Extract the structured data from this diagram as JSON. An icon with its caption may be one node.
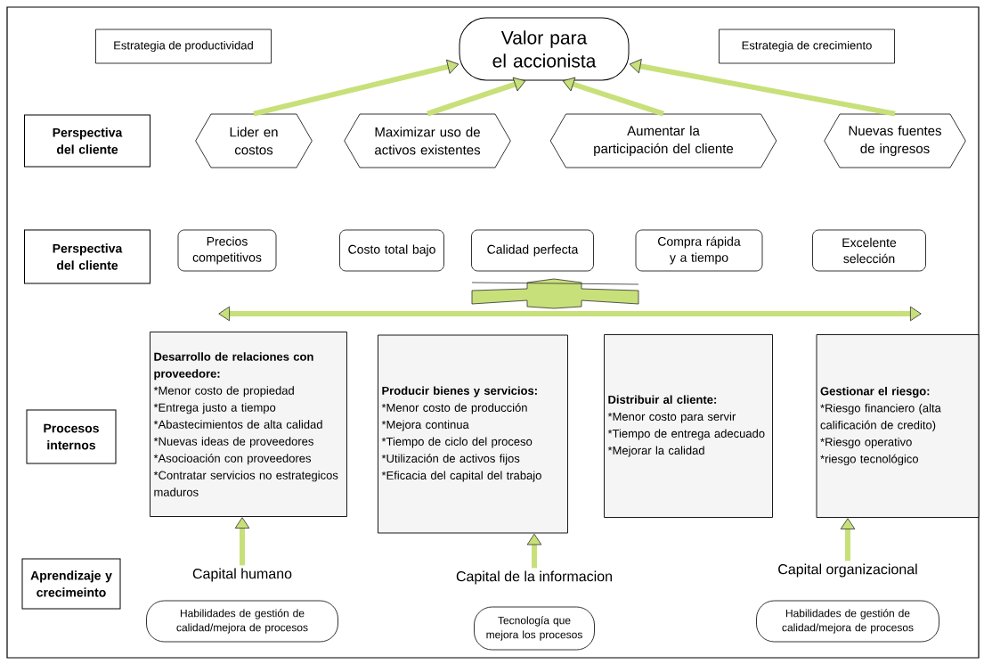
{
  "diagram": {
    "nodes": [
      {
        "text": [
          "Valor para el accionista"
        ]
      },
      {
        "text": [
          "Estrategia de productividad"
        ]
      },
      {
        "text": [
          "Estrategia de crecimiento"
        ]
      },
      {
        "text": [
          "Perspectiva del cliente"
        ]
      },
      {
        "text": [
          "Lider en costos"
        ]
      },
      {
        "text": [
          "Maximizar uso de activos existentes"
        ]
      },
      {
        "text": [
          "Aumentar la participación del cliente"
        ]
      },
      {
        "text": [
          "Nuevas fuentes de ingresos"
        ]
      },
      {
        "text": [
          "Perspectiva del cliente"
        ]
      },
      {
        "text": [
          "Precios competitivos"
        ]
      },
      {
        "text": [
          "Costo total bajo"
        ]
      },
      {
        "text": [
          "Calidad perfecta"
        ]
      },
      {
        "text": [
          "Compra rápida y a tiempo"
        ]
      },
      {
        "text": [
          "Excelente selección"
        ]
      },
      {
        "text": [
          "Procesos internos"
        ]
      },
      {
        "text": [
          "Desarrollo de relaciones con proveedore:",
          "*Menor costo de propiedad",
          "*Entrega justo a tiempo",
          "*Abastecimientos de alta calidad",
          "*Nuevas ideas de proveedores",
          "*Asocioación con proveedores",
          "*Contratar servicios no estrategicos maduros"
        ]
      },
      {
        "text": [
          "Producir bienes y servicios:",
          "*Menor costo de producción",
          "*Mejora continua",
          "*Tiempo de ciclo del proceso",
          "*Utilización de activos fijos",
          "*Eficacia del capital del trabajo"
        ]
      },
      {
        "text": [
          "Distribuir al cliente:",
          "*Menor costo para servir",
          "*Tiempo de entrega adecuado",
          "*Mejorar la calidad"
        ]
      },
      {
        "text": [
          "Gestionar el riesgo:",
          "*Riesgo financiero (alta calificación de credito)",
          "*Riesgo operativo",
          "*riesgo tecnológico"
        ]
      },
      {
        "text": [
          "Aprendizaje y crecimeinto"
        ]
      },
      {
        "text": [
          "Capital humano",
          "Habilidades de gestión de calidad/mejora de procesos"
        ]
      },
      {
        "text": [
          "Capital de la informacion",
          "Tecnología que mejora los procesos"
        ]
      },
      {
        "text": [
          "Capital organizacional",
          "Habilidades de gestión de calidad/mejora de procesos"
        ]
      }
    ],
    "edges": [
      {
        "from": 4,
        "to": 0,
        "arrow": "to"
      },
      {
        "from": 5,
        "to": 0,
        "arrow": "to"
      },
      {
        "from": 6,
        "to": 0,
        "arrow": "to"
      },
      {
        "from": 7,
        "to": 0,
        "arrow": "to"
      },
      {
        "from": 20,
        "to": 15,
        "arrow": "to"
      },
      {
        "from": 21,
        "to": 16,
        "arrow": "to"
      },
      {
        "from": 22,
        "to": 18,
        "arrow": "to"
      }
    ]
  }
}
